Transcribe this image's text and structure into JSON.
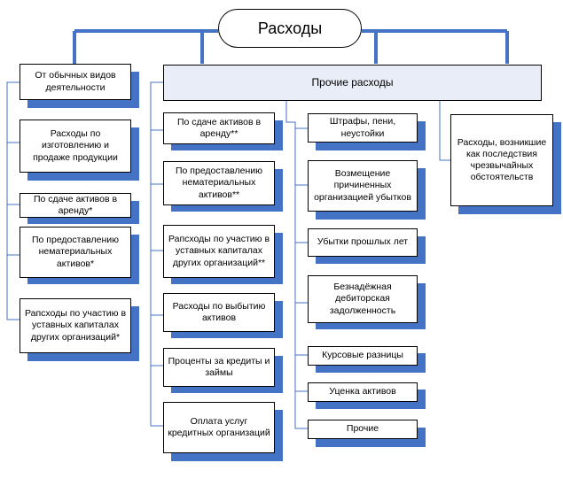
{
  "root": "Расходы",
  "ordinary": {
    "title": "От обычных видов деятельности",
    "items": [
      "Расходы по изготовлению и продаже продукции",
      "По сдаче активов в аренду*",
      "По предоставлению нематериальных активов*",
      "Рапсходы по участию в уставных капиталах других организаций*"
    ]
  },
  "other": {
    "title": "Прочие расходы",
    "col1": [
      "По сдаче активов в аренду**",
      "По предоставлению нематериальных активов**",
      "Рапсходы по участию в уставных капиталах других организаций**",
      "Расходы по выбытию активов",
      "Проценты за кредиты и займы",
      "Оплата услуг кредитных организаций"
    ],
    "col2": [
      "Штрафы, пени, неустойки",
      "Возмещение причиненных организацией убытков",
      "Убытки прошлых лет",
      "Безнадёжная дебиторская задолженность",
      "Курсовые разницы",
      "Уценка активов",
      "Прочие"
    ]
  },
  "emergency": "Расходы, возникшие как последствия чрезвычайных обстоятельств",
  "colors": {
    "connector": "#4472c4",
    "shadow": "#4472c4",
    "header_fill": "#e8edf7"
  }
}
